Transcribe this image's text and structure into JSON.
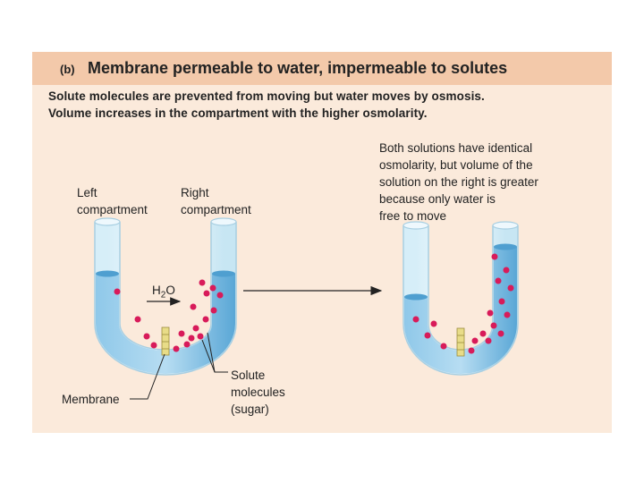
{
  "panel": {
    "tag": "(b)",
    "title": "Membrane permeable to water, impermeable to solutes",
    "subtitle_line1": "Solute molecules are prevented from moving but water moves by osmosis.",
    "subtitle_line2": "Volume increases in the compartment with the higher osmolarity."
  },
  "labels": {
    "left_compartment": [
      "Left",
      "compartment"
    ],
    "right_compartment": [
      "Right",
      "compartment"
    ],
    "water": "H",
    "water_sub": "2",
    "water_o": "O",
    "membrane": "Membrane",
    "solute": [
      "Solute",
      "molecules",
      "(sugar)"
    ],
    "result": [
      "Both solutions have identical",
      "osmolarity, but volume of the",
      "solution on the right is greater",
      "because only water is",
      "free to move"
    ]
  },
  "colors": {
    "background": "#fbeadb",
    "title_bar": "#f3c9aa",
    "liquid": "#6ab2dd",
    "tube": "#d9eef7",
    "solute": "#d81b5a",
    "membrane": "#e8dc88"
  }
}
